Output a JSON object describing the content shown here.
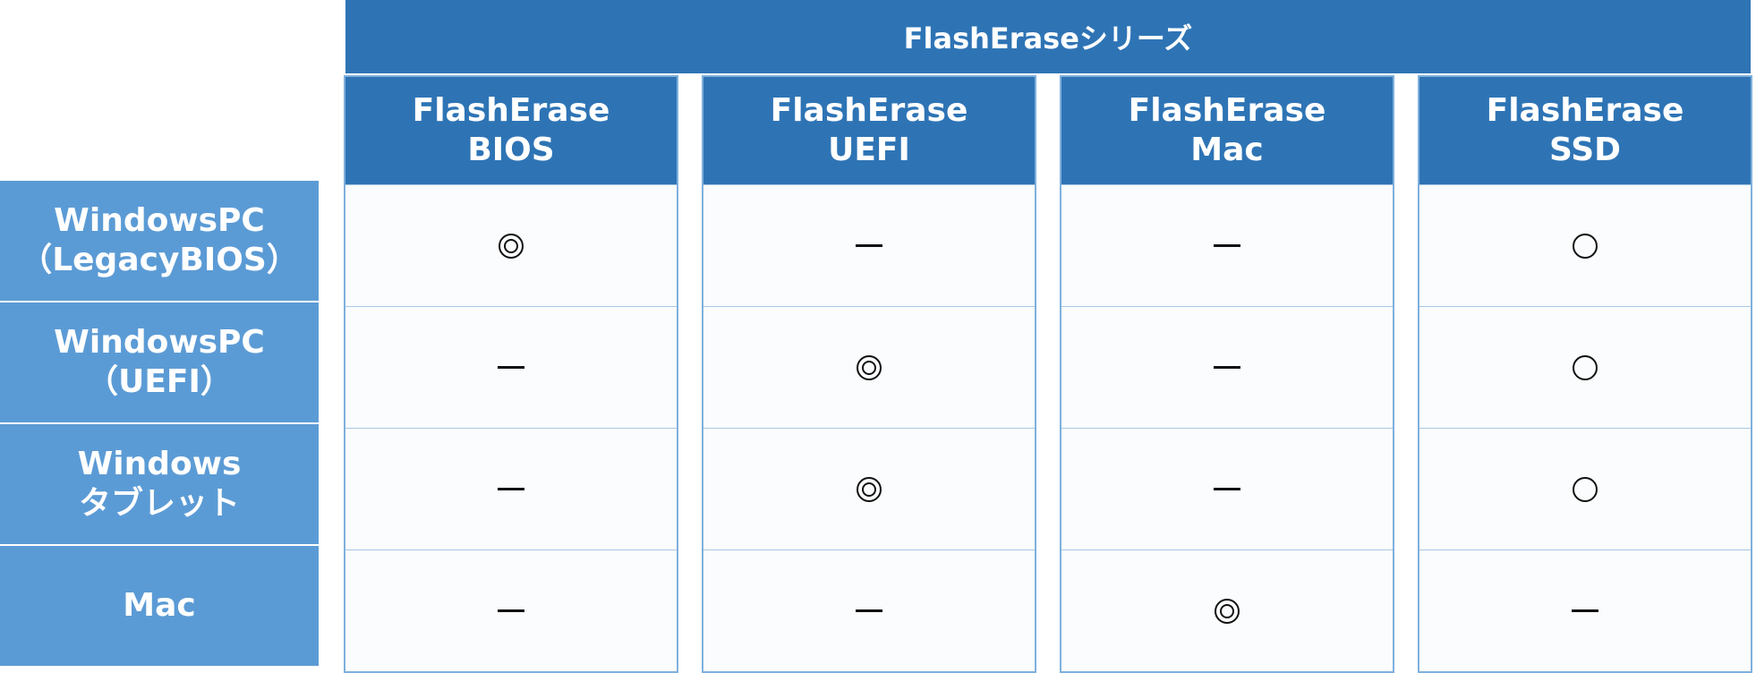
{
  "series_title": "FlashEraseシリーズ",
  "columns": [
    {
      "line1": "FlashErase",
      "line2": "BIOS"
    },
    {
      "line1": "FlashErase",
      "line2": "UEFI"
    },
    {
      "line1": "FlashErase",
      "line2": "Mac"
    },
    {
      "line1": "FlashErase",
      "line2": "SSD"
    }
  ],
  "rows": [
    {
      "line1": "WindowsPC",
      "line2": "（LegacyBIOS）"
    },
    {
      "line1": "WindowsPC",
      "line2": "（UEFI）"
    },
    {
      "line1": "Windows",
      "line2": "タブレット"
    },
    {
      "line1": "Mac",
      "line2": ""
    }
  ],
  "cells": [
    [
      "◎",
      "ー",
      "ー",
      "○"
    ],
    [
      "ー",
      "◎",
      "ー",
      "○"
    ],
    [
      "ー",
      "◎",
      "ー",
      "○"
    ],
    [
      "ー",
      "ー",
      "◎",
      "ー"
    ]
  ],
  "colors": {
    "header_blue": "#2E74B5",
    "row_label_blue": "#5B9BD5",
    "cell_border": "#7FB0DC"
  }
}
